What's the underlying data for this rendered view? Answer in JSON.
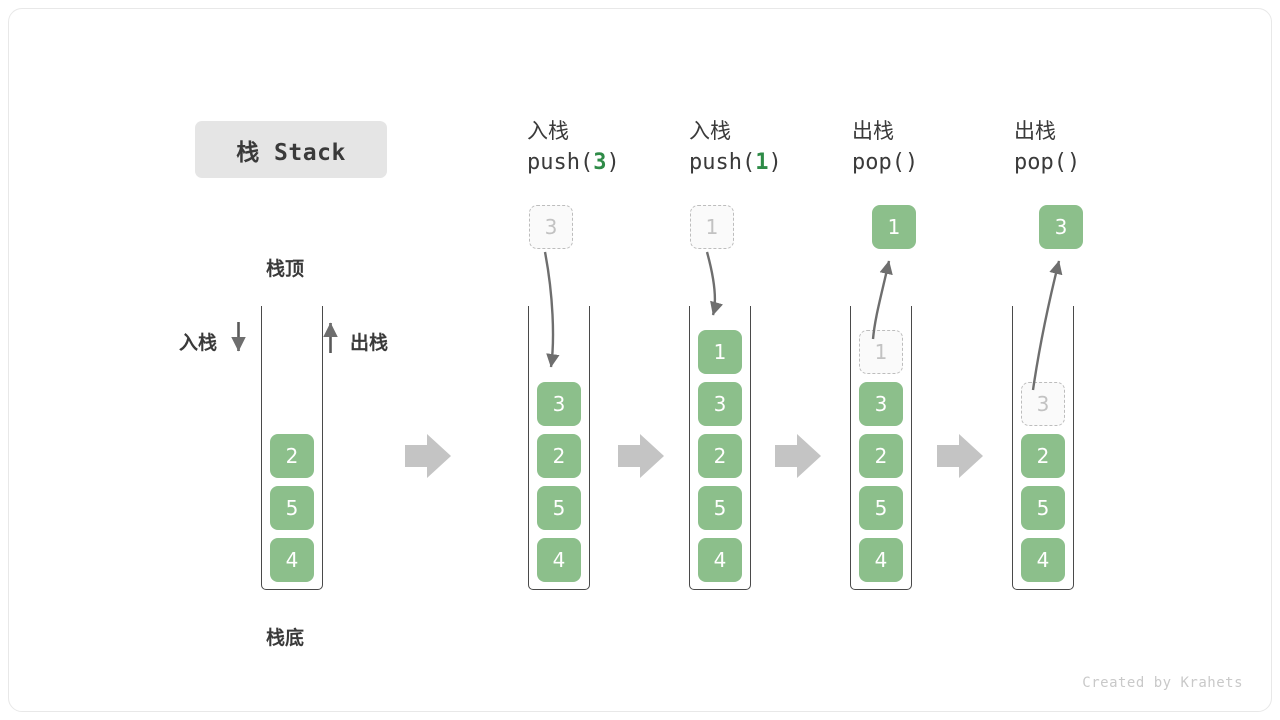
{
  "title": "栈 Stack",
  "labels": {
    "top": "栈顶",
    "bottom": "栈底",
    "push": "入栈",
    "pop": "出栈"
  },
  "footer": "Created by Krahets",
  "colors": {
    "element": "#8cbf8b",
    "element_text": "#ffffff",
    "ghost_border": "#bdbdbd",
    "ghost_text": "#c2c2c2",
    "accent_code": "#2e8b47",
    "arrow": "#6e6e6e",
    "flow_arrow": "#c4c4c4",
    "container_border": "#4a4a4a",
    "badge_bg": "#e5e5e5"
  },
  "columns": [
    {
      "head_cn": "",
      "head_code": "",
      "head_arg": "",
      "stack": [
        "2",
        "5",
        "4"
      ],
      "ghost": null,
      "popped": null
    },
    {
      "head_cn": "入栈",
      "head_code_prefix": "push(",
      "head_arg": "3",
      "head_code_suffix": ")",
      "stack": [
        "3",
        "2",
        "5",
        "4"
      ],
      "ghost": "3",
      "popped": null
    },
    {
      "head_cn": "入栈",
      "head_code_prefix": "push(",
      "head_arg": "1",
      "head_code_suffix": ")",
      "stack": [
        "1",
        "3",
        "2",
        "5",
        "4"
      ],
      "ghost": "1",
      "popped": null
    },
    {
      "head_cn": "出栈",
      "head_code_prefix": "pop(",
      "head_arg": "",
      "head_code_suffix": ")",
      "stack": [
        "3",
        "2",
        "5",
        "4"
      ],
      "ghost": "1",
      "popped": "1"
    },
    {
      "head_cn": "出栈",
      "head_code_prefix": "pop(",
      "head_arg": "",
      "head_code_suffix": ")",
      "stack": [
        "2",
        "5",
        "4"
      ],
      "ghost": "3",
      "popped": "3"
    }
  ]
}
